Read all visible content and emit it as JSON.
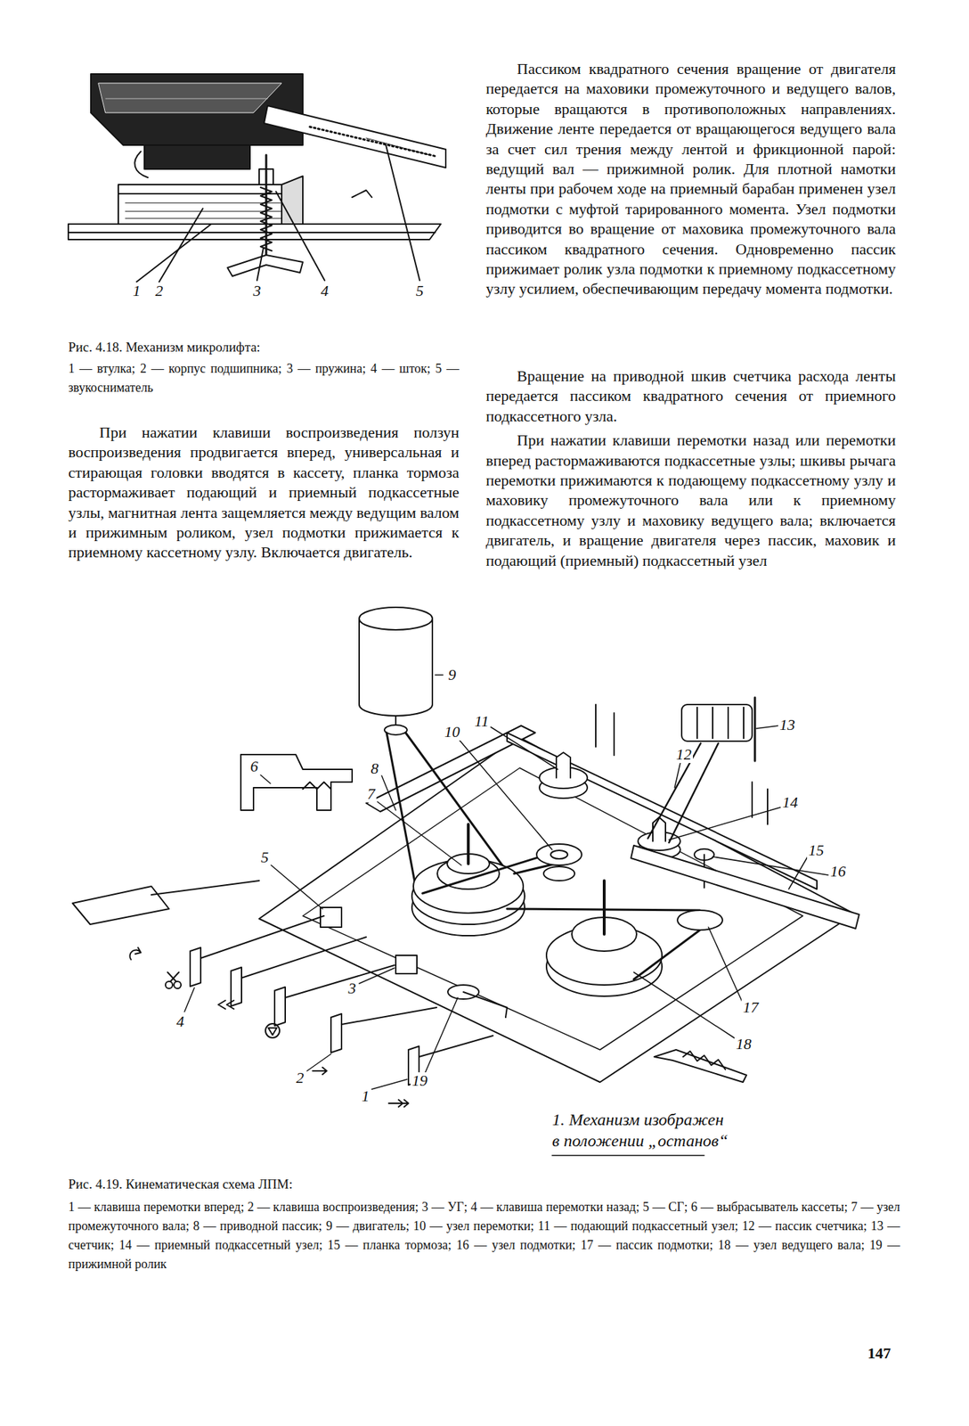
{
  "diagram": {
    "labels": [
      "1",
      "2",
      "3",
      "4",
      "5",
      "Рис. 4.18. Механизм микролифта:",
      "1 — втулка; 2 — корпус подшипника; 3 — пружина; 4 — шток; 5 — звукосниматель",
      "При нажатии клавиши воспроизведения ползун воспроизведения продвигается вперед, универсальная и стирающая головки вводятся в кассету, планка тормоза растормаживает подающий и приемный подкассетные узлы, магнитная лента защемляется между ведущим валом и прижимным роликом, узел подмотки прижимается к приемному кассетному узлу. Включается двигатель.",
      "Пассиком квадратного сечения вращение от двигателя передается на маховики промежуточного и ведущего валов, которые вращаются в противоположных направлениях. Движение ленте передается от вращающегося ведущего вала за счет сил трения между лентой и фрикционной парой: ведущий вал — прижимной ролик. Для плотной намотки ленты при рабочем ходе на приемный барабан применен узел подмотки с муфтой тарированного момента. Узел подмотки приводится во вращение от маховика промежуточного вала пассиком квадратного сечения. Одновременно пассик прижимает ролик узла подмотки к приемному подкассетному узлу усилием, обеспечивающим передачу момента подмотки.",
      "Вращение на приводной шкив счетчика расхода ленты передается пассиком квадратного сечения от приемного подкассетного узла.",
      "При нажатии клавиши перемотки назад или перемотки вперед растормаживаются подкассетные узлы; шкивы рычага перемотки прижимаются к подающему подкассетному узлу и маховику промежуточного вала или к приемному подкассетному узлу и маховику ведущего вала; включается двигатель, и вращение двигателя через пассик, маховик и подающий (приемный) подкассетный узел",
      "9",
      "11",
      "13",
      "10",
      "12",
      "6",
      "8",
      "7",
      "14",
      "15",
      "5",
      "16",
      "3",
      "17",
      "4",
      "18",
      "2",
      "19",
      "1",
      "1. Механизм изображен в положении „останов“",
      "Рис. 4.19. Кинематическая схема ЛПМ:",
      "1 — клавиша перемотки вперед; 2 — клавиша воспроизведения; 3 — УГ; 4 — клавиша перемотки назад; 5 — СГ; 6 — выбрасыватель кассеты; 7 — узел промежуточного вала; 8 — приводной пассик; 9 — двигатель; 10 — узел перемотки; 11 — подающий подкассетный узел; 12 — пассик счетчика; 13 — счетчик; 14 — приемный подкассетный узел; 15 — планка тормоза; 16 — узел подмотки; 17 — пассик подмотки; 18 — узел ведущего вала; 19 — прижимной ролик",
      "147"
    ]
  }
}
